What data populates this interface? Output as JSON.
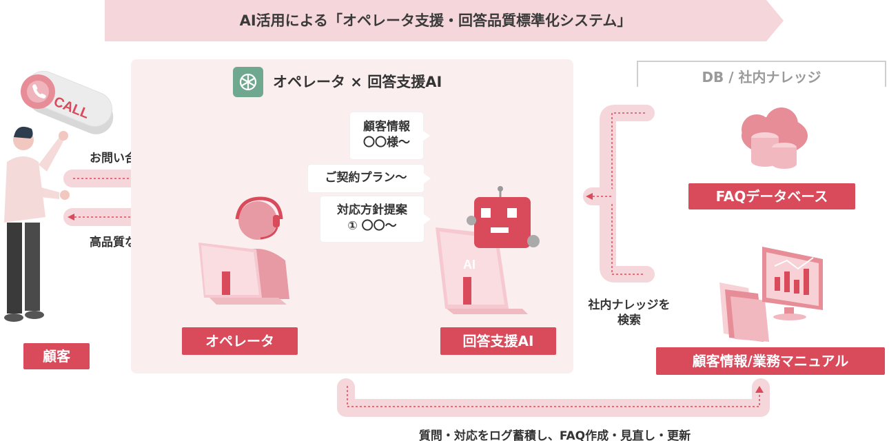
{
  "banner": {
    "title": "AI活用による「オペレータ支援・回答品質標準化システム」"
  },
  "panel": {
    "title": "オペレータ × 回答支援AI"
  },
  "bubbles": {
    "customer_info_line1": "顧客情報",
    "customer_info_line2": "〇〇様〜",
    "contract_plan": "ご契約プラン〜",
    "policy_line1": "対応方針提案",
    "policy_line2": "① 〇〇〜"
  },
  "labels": {
    "operator": "オペレータ",
    "answer_ai": "回答支援AI",
    "customer": "顧客",
    "inquiry": "お問い合わせ",
    "quality_answer": "高品質な回答",
    "search_line1": "社内ナレッジを",
    "search_line2": "検索",
    "bottom": "質問・対応をログ蓄積し、FAQ作成・見直し・更新",
    "call": "CALL",
    "monitor_ai": "AI"
  },
  "db": {
    "title": "DB / 社内ナレッジ",
    "faq": "FAQデータベース",
    "info": "顧客情報/業務マニュアル"
  },
  "colors": {
    "accent": "#d94a5b",
    "soft_pink": "#f5d3d7",
    "panel": "#fbeeef",
    "banner": "#f3d2d6",
    "logo_green": "#6fa88f"
  },
  "icons": [
    "phone-icon",
    "openai-icon",
    "headset-operator-icon",
    "robot-icon",
    "database-cloud-icon",
    "folder-icon",
    "chart-monitor-icon"
  ]
}
